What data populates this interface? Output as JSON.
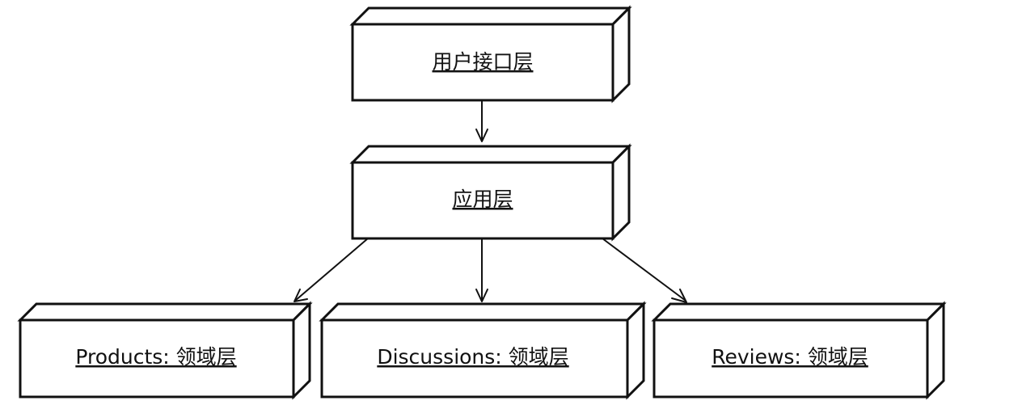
{
  "nodes": {
    "ui": {
      "label": "用户接口层"
    },
    "app": {
      "label": "应用层"
    },
    "products": {
      "label": "Products: 领域层"
    },
    "discussions": {
      "label": "Discussions: 领域层"
    },
    "reviews": {
      "label": "Reviews: 领域层"
    }
  },
  "edges": [
    {
      "from": "ui",
      "to": "app"
    },
    {
      "from": "app",
      "to": "products"
    },
    {
      "from": "app",
      "to": "discussions"
    },
    {
      "from": "app",
      "to": "reviews"
    }
  ]
}
